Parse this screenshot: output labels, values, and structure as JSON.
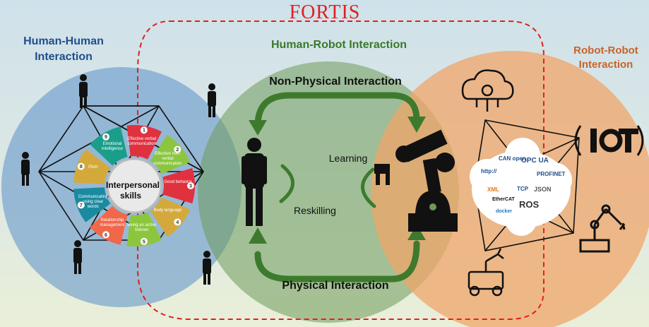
{
  "title": "FORTIS",
  "regions": {
    "human_human": "Human-Human Interaction",
    "human_robot": "Human-Robot Interaction",
    "robot_robot": "Robot-Robot Interaction"
  },
  "interaction_types": {
    "non_physical": "Non-Physical Interaction",
    "physical": "Physical Interaction",
    "learning": "Learning",
    "reskilling": "Reskilling"
  },
  "interpersonal": {
    "center": "Interpersonal skills",
    "segments": [
      {
        "n": "1",
        "label": "Effective verbal communication",
        "color": "#e0313f"
      },
      {
        "n": "2",
        "label": "Effective non-verbal communication",
        "color": "#8cc63f"
      },
      {
        "n": "3",
        "label": "Good behavior",
        "color": "#e0313f"
      },
      {
        "n": "4",
        "label": "Body language",
        "color": "#d4a93c"
      },
      {
        "n": "5",
        "label": "Being an active listener",
        "color": "#8cc63f"
      },
      {
        "n": "6",
        "label": "Relationship management",
        "color": "#f0674a"
      },
      {
        "n": "7",
        "label": "Communicating using clear words",
        "color": "#1a8aa0"
      },
      {
        "n": "8",
        "label": "Pitch",
        "color": "#d4a93c"
      },
      {
        "n": "9",
        "label": "Emotional intelligence",
        "color": "#1a9e8a"
      }
    ]
  },
  "protocols": [
    "http://",
    "CAN open",
    "OPC UA",
    "PROFINET",
    "XML",
    "TCP",
    "JSON",
    "EtherCAT",
    "ROS",
    "docker"
  ],
  "iot_label": "IOT",
  "colors": {
    "hh": "#5b8fc9",
    "hr": "#7fa96a",
    "rr": "#f0a56a",
    "fortis": "#e02020"
  }
}
